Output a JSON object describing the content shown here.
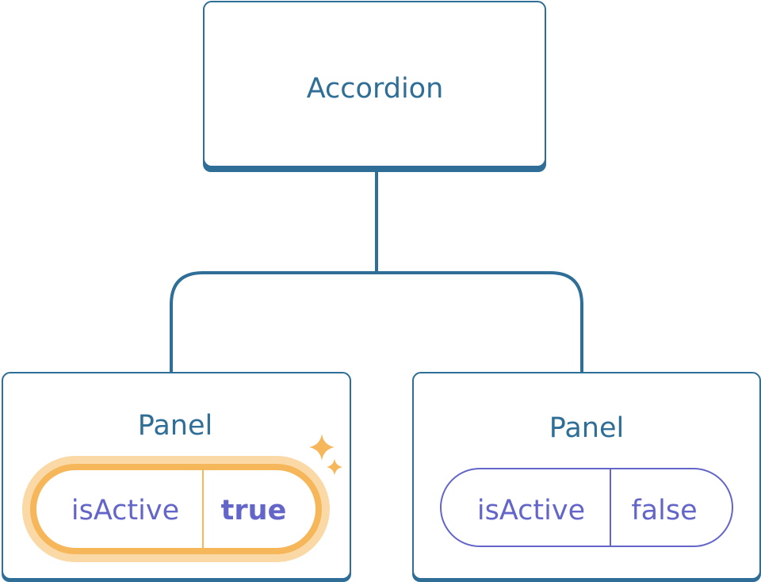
{
  "root": {
    "title": "Accordion"
  },
  "panels": [
    {
      "title": "Panel",
      "prop_name": "isActive",
      "prop_value": "true",
      "highlighted": true
    },
    {
      "title": "Panel",
      "prop_name": "isActive",
      "prop_value": "false",
      "highlighted": false
    }
  ],
  "colors": {
    "node_stroke": "#2f6e96",
    "prop_text": "#6365c9",
    "highlight": "#f6b75b",
    "highlight_glow": "#fbd9a6"
  },
  "icons": {
    "highlight": "sparkle-icon"
  }
}
